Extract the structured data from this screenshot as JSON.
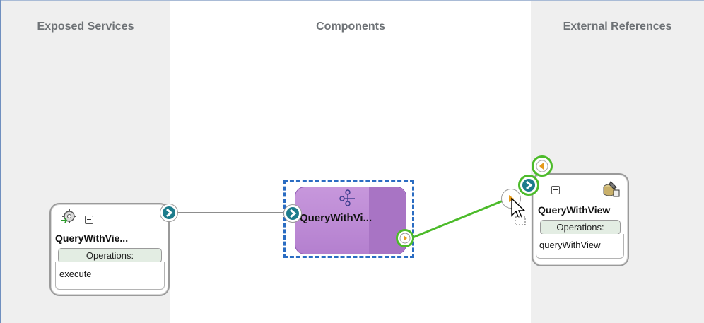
{
  "lanes": {
    "exposed_services": "Exposed Services",
    "components": "Components",
    "external_references": "External References"
  },
  "service_card": {
    "title": "QueryWithVie...",
    "operations_label": "Operations:",
    "operation": "execute",
    "icon": "gear-service-icon"
  },
  "component": {
    "title": "QueryWithVi...",
    "icon": "mediator-icon"
  },
  "reference_card": {
    "title": "QueryWithView",
    "operations_label": "Operations:",
    "operation": "queryWithView",
    "icon": "database-adapter-icon"
  },
  "colors": {
    "lane_bg": "#efefef",
    "component_fill": "#c08fda",
    "selection": "#2a6cc2",
    "wire": "#8d8d8d",
    "active_wire": "#4cbb2a",
    "service_arrow": "#1d7c8c",
    "reference_arrow": "#e59a1c"
  }
}
